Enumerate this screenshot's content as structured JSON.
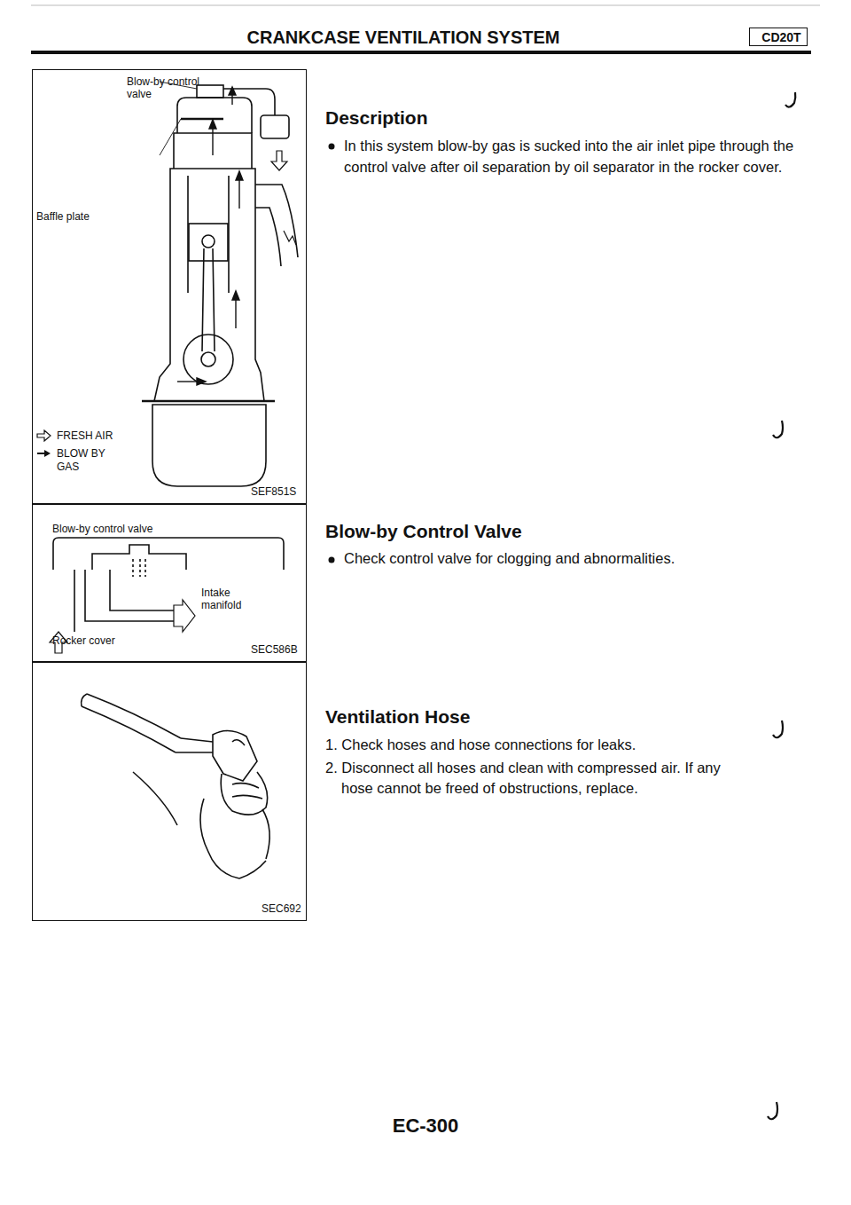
{
  "diagram": {
    "title": "CRANKCASE VENTILATION SYSTEM",
    "nodes": [
      {
        "text": [
          "CD20T"
        ]
      },
      {
        "text": [
          "Blow-by control valve",
          "Baffle plate",
          "SEF851S"
        ]
      },
      {
        "text": [
          "Blow-by control valve",
          "Intake manifold",
          "Rocker cover",
          "SEC586B"
        ]
      },
      {
        "text": [
          "SEC692"
        ]
      }
    ],
    "labels": [
      "Description",
      "In this system blow-by gas is sucked into the air inlet pipe through the control valve after oil separation by oil separator in the rocker cover.",
      "Blow-by Control Valve",
      "Check control valve for clogging and abnormalities.",
      "Ventilation Hose",
      "1. Check hoses and hose connections for leaks.",
      "2. Disconnect all hoses and clean with compressed air. If any hose cannot be freed of obstructions, replace.",
      "EC-300"
    ],
    "legend": [
      {
        "text": "FRESH AIR"
      },
      {
        "text": "BLOW BY GAS"
      }
    ]
  }
}
